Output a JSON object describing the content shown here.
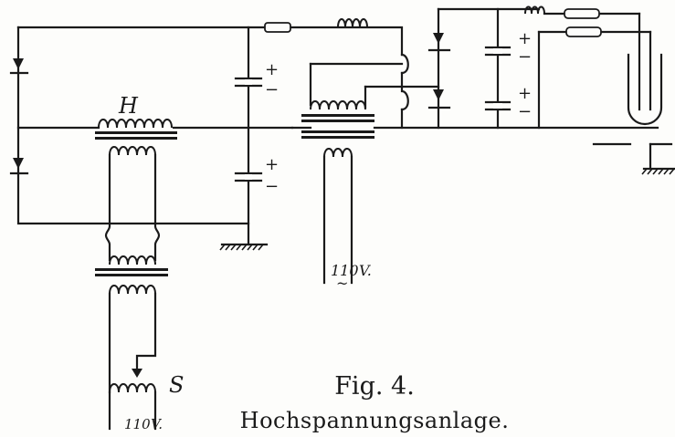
{
  "labels": {
    "hv_transformer": "H",
    "regulator": "S",
    "voltage_1": "110",
    "voltage_1_unit": "V.",
    "voltage_2": "110",
    "voltage_2_unit": "V.",
    "ac_sign": "~",
    "plus": "+",
    "minus": "−"
  },
  "caption": {
    "figure": "Fig. 4.",
    "title": "Hochspannungsanlage."
  }
}
